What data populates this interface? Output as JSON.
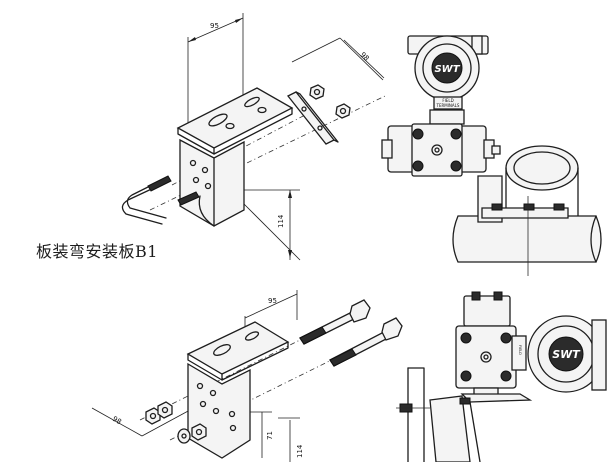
{
  "caption": "板装弯安装板B1",
  "dimensions": {
    "top_width": "95",
    "top_depth": "98",
    "top_height": "114",
    "bottom_width": "95",
    "bottom_depth": "98",
    "bottom_height_small": "71",
    "bottom_height": "114"
  },
  "transmitter": {
    "logo": "SWT",
    "label_line1": "FIELD",
    "label_line2": "TERMINALS"
  }
}
